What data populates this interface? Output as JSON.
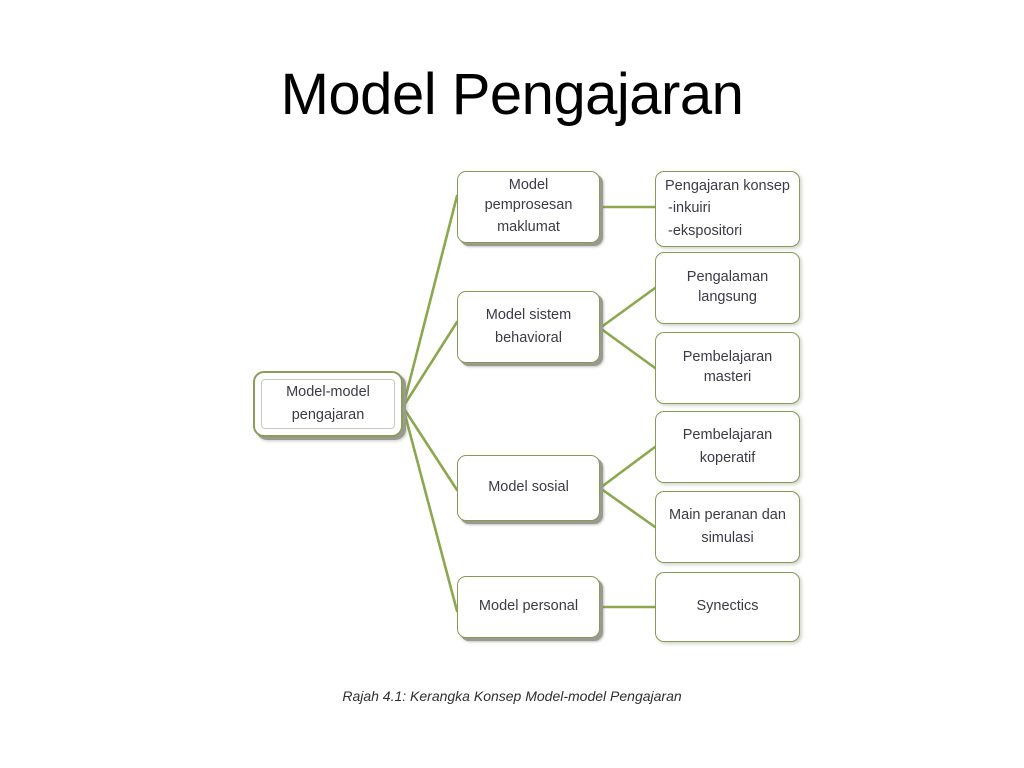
{
  "slide": {
    "title": "Model Pengajaran",
    "caption": "Rajah 4.1: Kerangka Konsep Model-model Pengajaran",
    "background_color": "#ffffff"
  },
  "theme": {
    "connector_color": "#8CA84E",
    "node_border_color": "#869C55",
    "node_fill_color": "#ffffff",
    "node_text_color": "#3b3b47",
    "bevel_shadow_color": "#9a9a92",
    "title_color": "#000000"
  },
  "diagram": {
    "type": "tree",
    "root": {
      "id": "root",
      "label": "Model-model pengajaran",
      "line1": "Model-model",
      "line2": "pengajaran"
    },
    "branches": [
      {
        "id": "pemprosesan",
        "line1": "Model pemprosesan",
        "line2": "maklumat",
        "children": [
          {
            "id": "konsep",
            "line1": "Pengajaran konsep",
            "line2": "-inkuiri",
            "line3": "-ekspositori"
          }
        ]
      },
      {
        "id": "behavioral",
        "line1": "Model sistem",
        "line2": "behavioral",
        "children": [
          {
            "id": "langsung",
            "line1": "Pengalaman langsung",
            "line2": ""
          },
          {
            "id": "masteri",
            "line1": "Pembelajaran masteri",
            "line2": ""
          }
        ]
      },
      {
        "id": "sosial",
        "line1": "Model sosial",
        "line2": "",
        "children": [
          {
            "id": "koperatif",
            "line1": "Pembelajaran",
            "line2": "koperatif"
          },
          {
            "id": "simulasi",
            "line1": "Main peranan dan",
            "line2": "simulasi"
          }
        ]
      },
      {
        "id": "personal",
        "line1": "Model personal",
        "line2": "",
        "children": [
          {
            "id": "synectics",
            "line1": "Synectics",
            "line2": ""
          }
        ]
      }
    ]
  }
}
